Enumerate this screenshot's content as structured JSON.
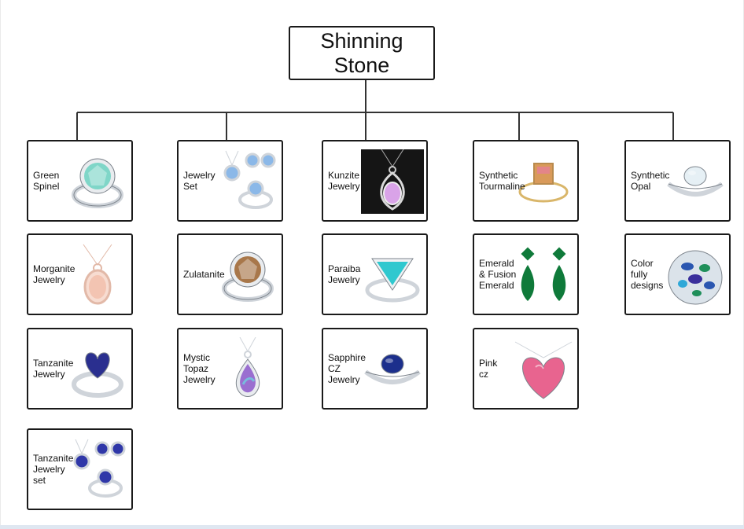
{
  "root": {
    "lines": [
      "Shinning",
      "Stone"
    ]
  },
  "columns": [
    {
      "items": [
        {
          "lines": [
            "Green",
            "Spinel"
          ],
          "icon": "green-spinel-ring-icon",
          "stone": "#7fd6c8",
          "kind": "ring"
        },
        {
          "lines": [
            "Morganite",
            "Jewelry"
          ],
          "icon": "morganite-pendant-icon",
          "stone": "#f3c4b2",
          "kind": "pendant"
        },
        {
          "lines": [
            "Tanzanite",
            "Jewelry"
          ],
          "icon": "tanzanite-heart-ring-icon",
          "stone": "#2a2f8f",
          "kind": "heart-ring"
        },
        {
          "lines": [
            "Tanzanite",
            "Jewelry",
            "set"
          ],
          "icon": "tanzanite-jewelry-set-icon",
          "stone": "#2f37a8",
          "kind": "set"
        }
      ]
    },
    {
      "items": [
        {
          "lines": [
            "Jewelry",
            "Set"
          ],
          "icon": "blue-topaz-jewelry-set-icon",
          "stone": "#8bb8e8",
          "kind": "set"
        },
        {
          "lines": [
            "Zulatanite"
          ],
          "icon": "zultanite-ring-icon",
          "stone": "#a8774a",
          "kind": "ring"
        },
        {
          "lines": [
            "Mystic",
            "Topaz",
            "Jewelry"
          ],
          "icon": "mystic-topaz-pendant-icon",
          "stone": "#9a6fd0",
          "kind": "drop-pendant"
        }
      ]
    },
    {
      "items": [
        {
          "lines": [
            "Kunzite",
            "Jewelry"
          ],
          "icon": "kunzite-pendant-icon",
          "stone": "#d9a3e8",
          "kind": "dark-pendant"
        },
        {
          "lines": [
            "Paraiba",
            "Jewelry"
          ],
          "icon": "paraiba-ring-icon",
          "stone": "#2fc8cf",
          "kind": "trillion-ring"
        },
        {
          "lines": [
            "Sapphire",
            "CZ",
            "Jewelry"
          ],
          "icon": "sapphire-cz-ring-icon",
          "stone": "#1c2f8c",
          "kind": "ring-side"
        }
      ]
    },
    {
      "items": [
        {
          "lines": [
            "Synthetic",
            "Tourmaline"
          ],
          "icon": "tourmaline-ring-icon",
          "stone": "#d99a5a",
          "kind": "emerald-cut-ring"
        },
        {
          "lines": [
            "Emerald",
            "& Fusion",
            "Emerald"
          ],
          "icon": "emerald-earrings-icon",
          "stone": "#0f7a3a",
          "kind": "earrings"
        },
        {
          "lines": [
            "Pink",
            "cz"
          ],
          "icon": "pink-cz-heart-pendant-icon",
          "stone": "#e8648f",
          "kind": "heart-pendant"
        }
      ]
    },
    {
      "items": [
        {
          "lines": [
            "Synthetic",
            "Opal"
          ],
          "icon": "opal-ring-icon",
          "stone": "#e6f0f5",
          "kind": "ring-side"
        },
        {
          "lines": [
            "Color",
            "fully",
            "designs"
          ],
          "icon": "multicolor-cluster-icon",
          "stone": "#2a56b0",
          "kind": "cluster"
        }
      ]
    }
  ]
}
